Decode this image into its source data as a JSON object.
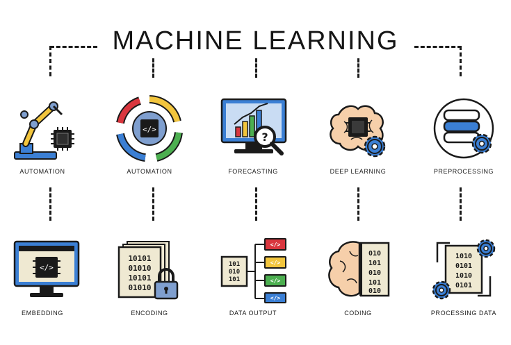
{
  "title": "MACHINE LEARNING",
  "row1": [
    {
      "label": "AUTOMATION",
      "icon": "robot-arm-chip-icon"
    },
    {
      "label": "AUTOMATION",
      "icon": "chip-cycle-arrows-icon"
    },
    {
      "label": "FORECASTING",
      "icon": "monitor-chart-question-icon"
    },
    {
      "label": "DEEP LEARNING",
      "icon": "brain-chip-gear-icon"
    },
    {
      "label": "PREPROCESSING",
      "icon": "database-gear-icon"
    }
  ],
  "row2": [
    {
      "label": "EMBEDDING",
      "icon": "monitor-chip-code-icon"
    },
    {
      "label": "ENCODING",
      "icon": "binary-documents-lock-icon"
    },
    {
      "label": "DATA OUTPUT",
      "icon": "binary-branches-code-icon"
    },
    {
      "label": "CODING",
      "icon": "brain-binary-icon"
    },
    {
      "label": "PROCESSING DATA",
      "icon": "binary-gears-cycle-icon"
    }
  ],
  "colors": {
    "outline": "#1a1a1a",
    "blue": "#3b7fd4",
    "red": "#d9363e",
    "green": "#4caf50",
    "yellow": "#f2c53d",
    "peach": "#f6cfaa",
    "cream": "#efe9d2",
    "steel": "#7f9fcf"
  }
}
